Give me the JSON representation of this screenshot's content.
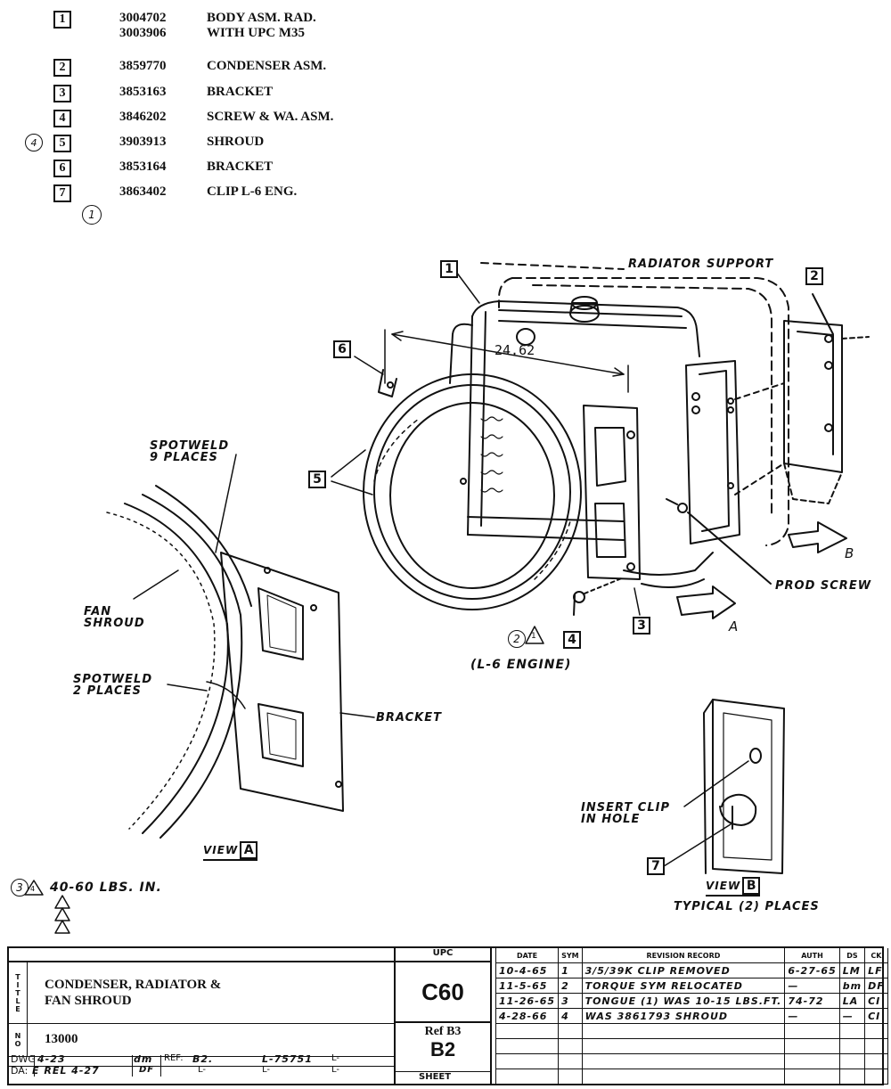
{
  "parts_list": [
    {
      "item": "1",
      "numbers": [
        "3004702",
        "3003906"
      ],
      "description": [
        "BODY ASM. RAD.",
        "WITH UPC M35"
      ]
    },
    {
      "item": "2",
      "numbers": [
        "3859770"
      ],
      "description": [
        "CONDENSER ASM."
      ]
    },
    {
      "item": "3",
      "numbers": [
        "3853163"
      ],
      "description": [
        "BRACKET"
      ]
    },
    {
      "item": "4",
      "numbers": [
        "3846202"
      ],
      "description": [
        "SCREW & WA. ASM."
      ]
    },
    {
      "item": "5",
      "numbers": [
        "3903913"
      ],
      "description": [
        "SHROUD"
      ]
    },
    {
      "item": "6",
      "numbers": [
        "3853164"
      ],
      "description": [
        "BRACKET"
      ]
    },
    {
      "item": "7",
      "numbers": [
        "3863402"
      ],
      "description": [
        "CLIP L-6 ENG."
      ]
    }
  ],
  "parts_notes": {
    "item5_rev_mark": "4",
    "item7_rev_mark": "1"
  },
  "labels": {
    "radiator_support": "RADIATOR SUPPORT",
    "dimension": "24.62",
    "prod_screw": "PROD SCREW",
    "engine_note": "(L-6 ENGINE)",
    "spotweld_9": [
      "SPOTWELD",
      "9 PLACES"
    ],
    "spotweld_2": [
      "SPOTWELD",
      "2 PLACES"
    ],
    "fan_shroud": [
      "FAN",
      "SHROUD"
    ],
    "bracket": "BRACKET",
    "insert_clip": [
      "INSERT CLIP",
      "IN HOLE"
    ],
    "view_a_word": "VIEW",
    "view_a_letter": "A",
    "view_b_word": "VIEW",
    "view_b_letter": "B",
    "typical": "TYPICAL (2) PLACES",
    "arrow_a": "A",
    "arrow_b": "B",
    "torque_spec": "40-60 LBS. IN.",
    "torque_rev": "3",
    "screw_rev": "2",
    "screw_tri": "1",
    "torque_tri": "4"
  },
  "callouts": {
    "c1": "1",
    "c2": "2",
    "c3": "3",
    "c4": "4",
    "c5": "5",
    "c6": "6",
    "c7": "7"
  },
  "title_block": {
    "title_side": "TITLE",
    "title_lines": [
      "CONDENSER, RADIATOR &",
      "FAN SHROUD"
    ],
    "no_side": "NO",
    "number": "13000",
    "upc_header": "UPC",
    "upc": "C60",
    "ref_label": "Ref B3",
    "ref_value": "B2",
    "sheet": "SHEET",
    "dwg_label": "DWG",
    "dwg_date": "4-23",
    "dwg_init": "dm",
    "ref_prefix": "REF:",
    "ref_num": "B2.",
    "l_number": "L-75751",
    "l_blank": "L-",
    "da_label": "DA:",
    "da_text": "E REL 4-27",
    "da_init": "DF"
  },
  "revision_record": {
    "headers": [
      "DATE",
      "SYM",
      "REVISION RECORD",
      "AUTH",
      "DS",
      "CK"
    ],
    "rows": [
      [
        "10-4-65",
        "1",
        "3/5/39K CLIP REMOVED",
        "6-27-65",
        "LM",
        "LF"
      ],
      [
        "11-5-65",
        "2",
        "TORQUE SYM RELOCATED",
        "—",
        "bm",
        "DF"
      ],
      [
        "11-26-65",
        "3",
        "TONGUE (1) WAS 10-15 LBS.FT.",
        "74-72",
        "LA",
        "CI"
      ],
      [
        "4-28-66",
        "4",
        "WAS 3861793 SHROUD",
        "—",
        "—",
        "CI"
      ]
    ]
  }
}
